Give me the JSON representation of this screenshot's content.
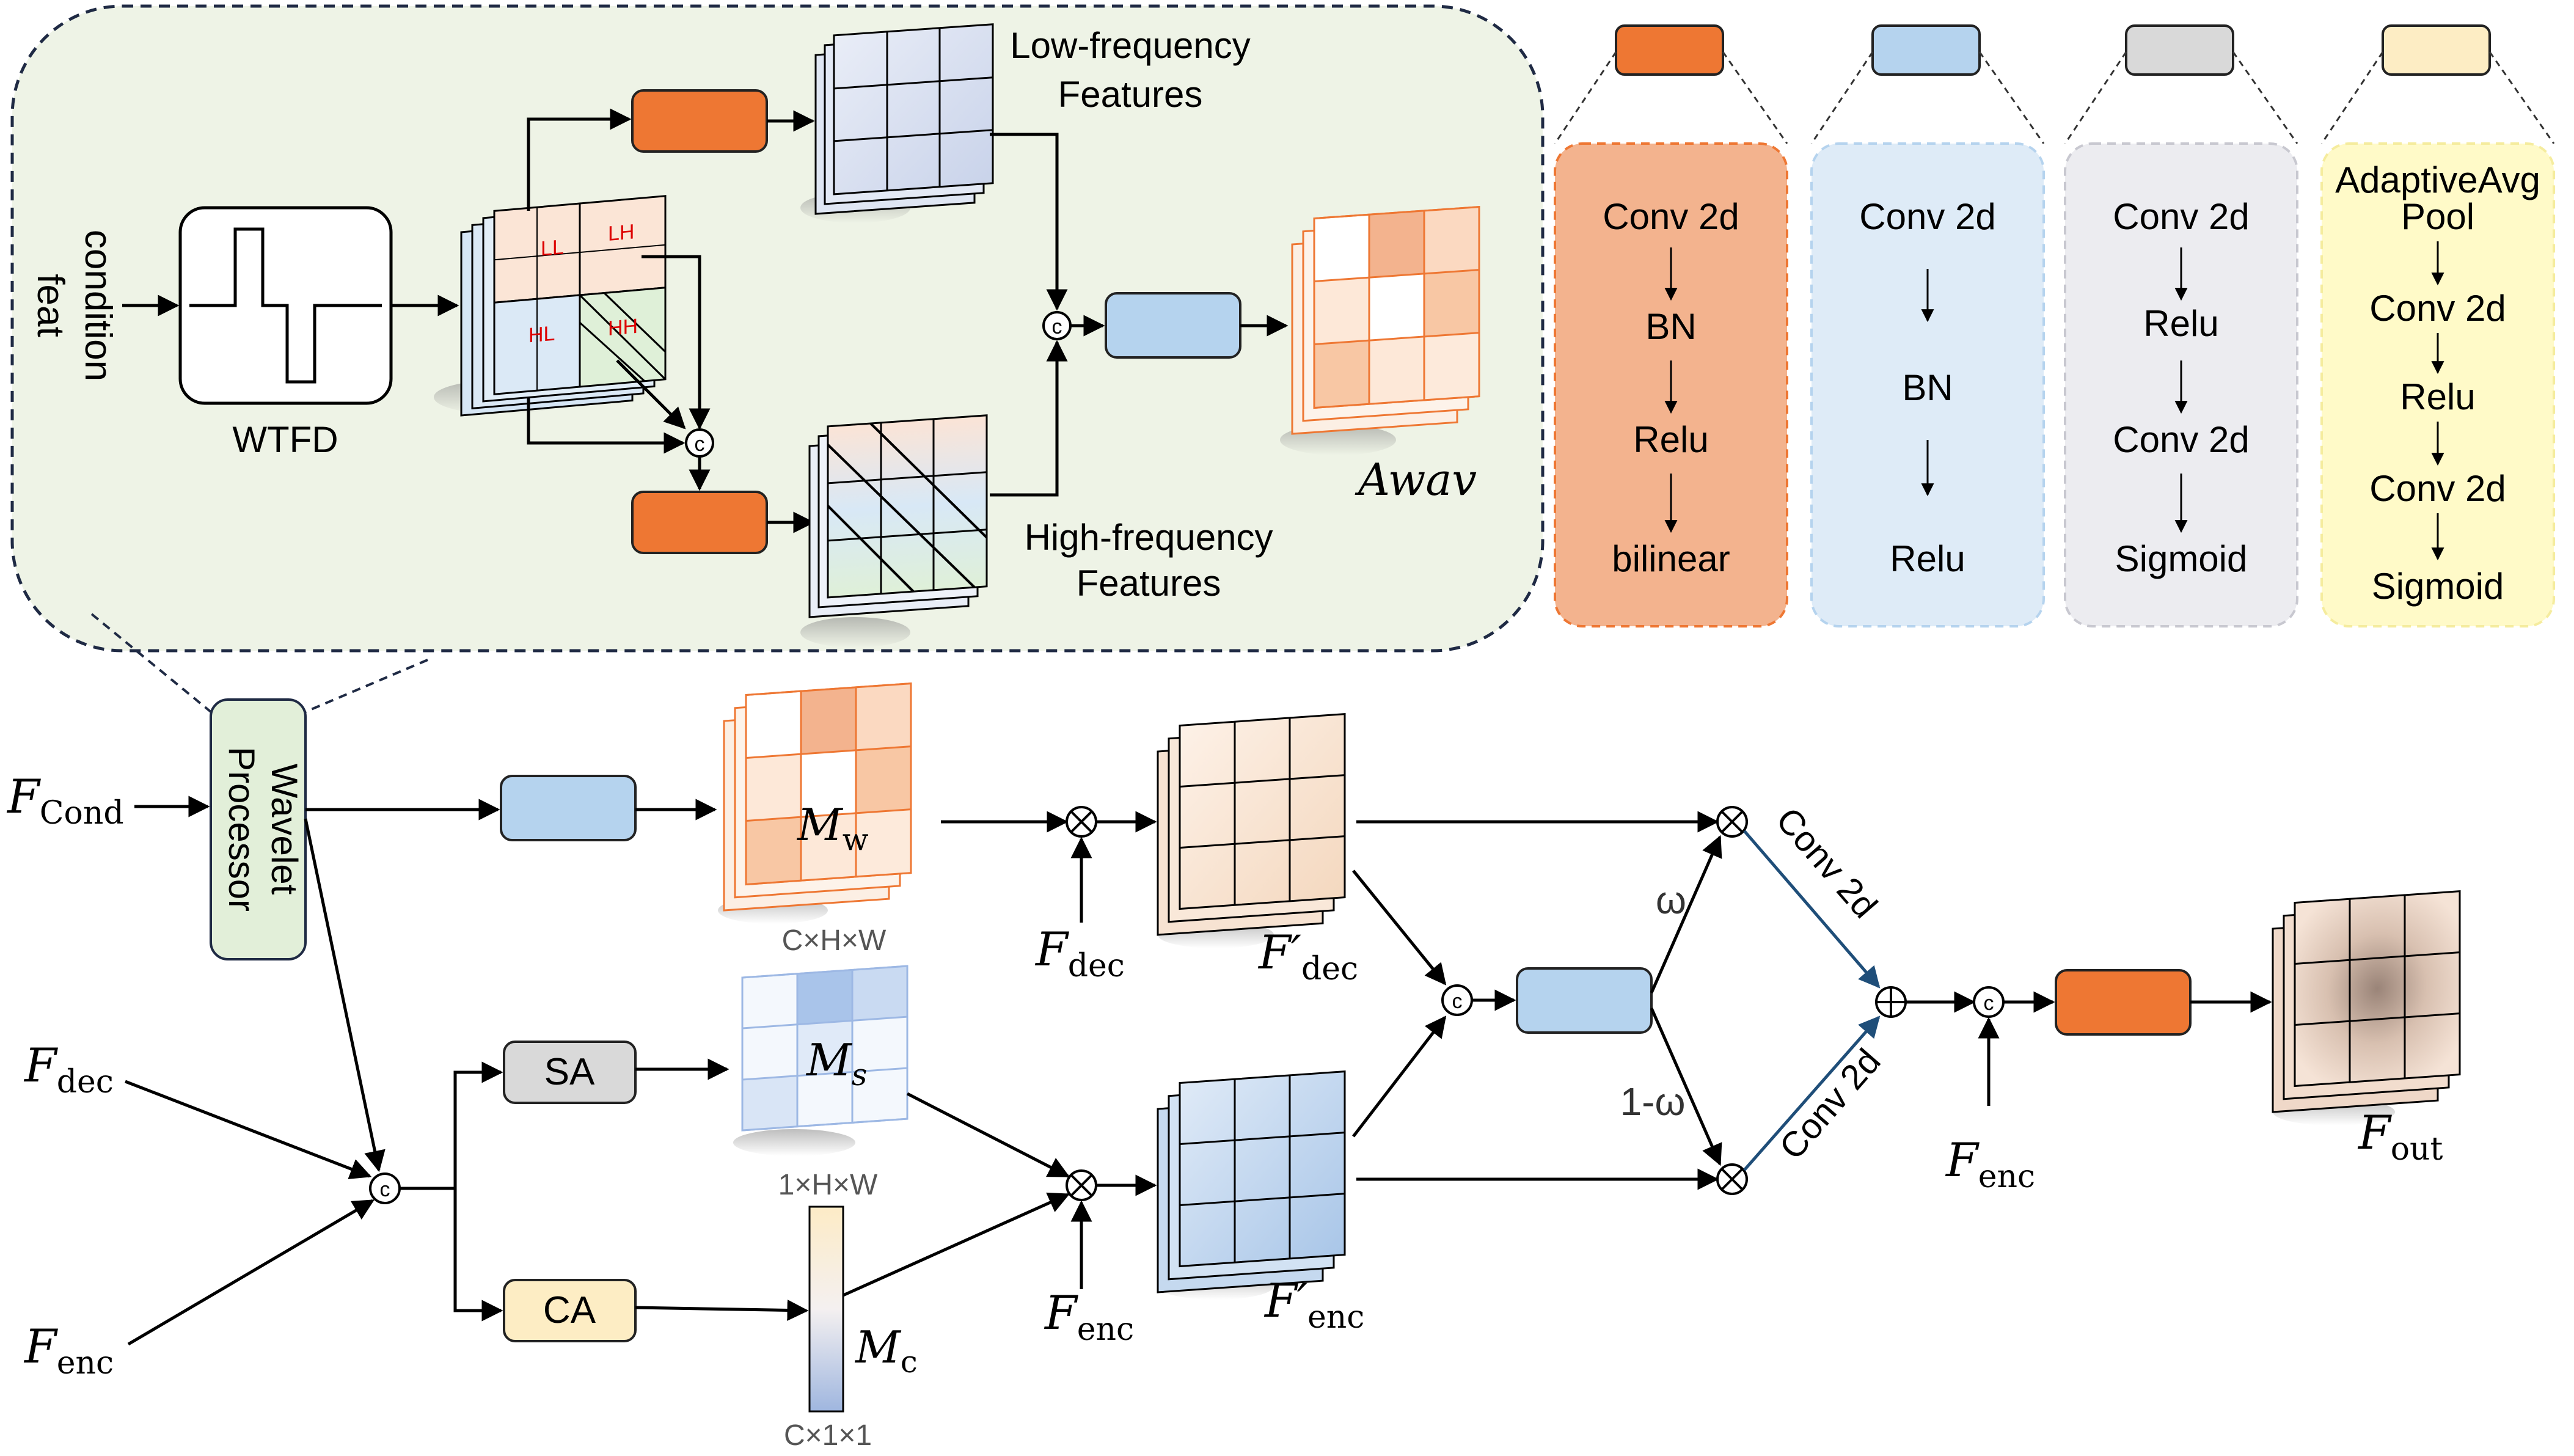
{
  "top_panel": {
    "input_label_line1": "condition",
    "input_label_line2": "feat",
    "wtfd_label": "WTFD",
    "subbands": {
      "ll": "LL",
      "lh": "LH",
      "hl": "HL",
      "hh": "HH"
    },
    "low_freq_line1": "Low-frequency",
    "low_freq_line2": "Features",
    "high_freq_line1": "High-frequency",
    "high_freq_line2": "Features",
    "output_label": "Awav",
    "concat_symbol": "c"
  },
  "legend": {
    "orange": {
      "color": "#ee7733",
      "fill": "#f3b38e",
      "lines": [
        "Conv 2d",
        "BN",
        "Relu",
        "bilinear"
      ]
    },
    "blue": {
      "color": "#b5d3ee",
      "fill": "#deebf7",
      "lines": [
        "Conv 2d",
        "BN",
        "Relu"
      ]
    },
    "gray": {
      "color": "#d9d9d9",
      "fill": "#ececf0",
      "lines": [
        "Conv 2d",
        "Relu",
        "Conv 2d",
        "Sigmoid"
      ]
    },
    "yellow": {
      "color": "#fdedc4",
      "fill": "#fffac8",
      "lines": [
        "AdaptiveAvg",
        "Pool",
        "Conv 2d",
        "Relu",
        "Conv 2d",
        "Sigmoid"
      ]
    }
  },
  "main": {
    "wavelet_processor_line1": "Wavelet",
    "wavelet_processor_line2": "Processor",
    "f_cond": {
      "base": "F",
      "sub": "Cond"
    },
    "f_dec_in": {
      "base": "F",
      "sub": "dec"
    },
    "f_enc_in": {
      "base": "F",
      "sub": "enc"
    },
    "sa_label": "SA",
    "ca_label": "CA",
    "mw": {
      "base": "M",
      "sub": "w"
    },
    "ms": {
      "base": "M",
      "sub": "s"
    },
    "mc": {
      "base": "M",
      "sub": "c"
    },
    "mw_dims": "C×H×W",
    "ms_dims": "1×H×W",
    "mc_dims": "C×1×1",
    "f_dec_mul": {
      "base": "F",
      "sub": "dec"
    },
    "f_enc_mul": {
      "base": "F",
      "sub": "enc"
    },
    "f_dec_prime": {
      "base": "F′",
      "sub": "dec"
    },
    "f_enc_prime": {
      "base": "F′",
      "sub": "enc"
    },
    "omega": "ω",
    "one_minus_omega": "1-ω",
    "conv2d_top": "Conv 2d",
    "conv2d_bottom": "Conv 2d",
    "f_enc_final": {
      "base": "F",
      "sub": "enc"
    },
    "f_out": {
      "base": "F",
      "sub": "out"
    }
  }
}
